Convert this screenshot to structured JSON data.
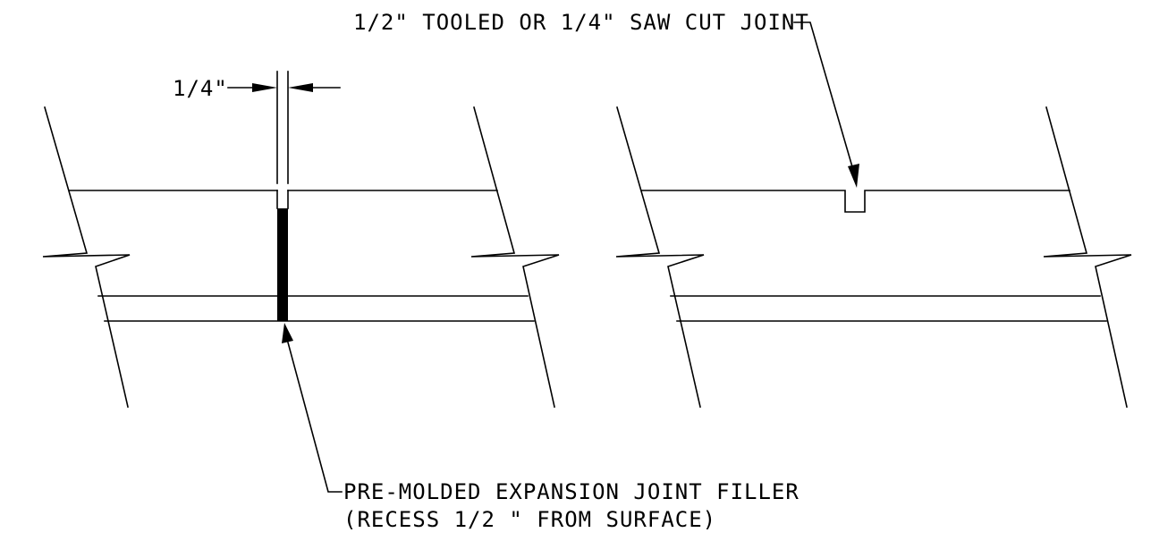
{
  "labels": {
    "gap_dimension": "1/4\"",
    "tooled_joint": "1/2\" TOOLED OR 1/4\" SAW CUT JOINT",
    "filler_line1": "PRE-MOLDED EXPANSION JOINT FILLER",
    "filler_line2": "(RECESS 1/2 \" FROM SURFACE)"
  },
  "colors": {
    "ink": "#000000",
    "background": "#ffffff"
  }
}
